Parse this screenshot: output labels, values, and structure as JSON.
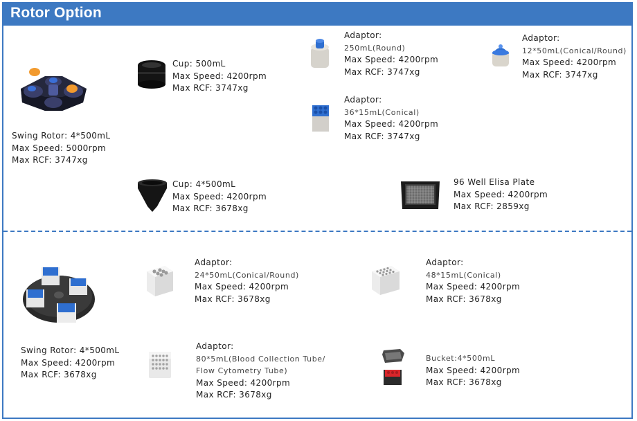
{
  "title": "Rotor Option",
  "section1": {
    "rotor": {
      "lines": [
        "Swing Rotor: 4*500mL",
        "Max Speed: 5000rpm",
        "Max RCF: 3747xg"
      ]
    },
    "cup1": {
      "lines": [
        "Cup: 500mL",
        "Max Speed: 4200rpm",
        "Max RCF: 3747xg"
      ]
    },
    "cup2": {
      "lines": [
        "Cup: 4*500mL",
        "Max Speed: 4200rpm",
        "Max RCF: 3678xg"
      ]
    },
    "adaptor1": {
      "lines": [
        "Adaptor:",
        "250mL(Round)",
        "Max Speed: 4200rpm",
        "Max RCF: 3747xg"
      ]
    },
    "adaptor2": {
      "lines": [
        "Adaptor:",
        "36*15mL(Conical)",
        "Max Speed: 4200rpm",
        "Max RCF: 3747xg"
      ]
    },
    "adaptor3": {
      "lines": [
        "Adaptor:",
        "12*50mL(Conical/Round)",
        "Max Speed: 4200rpm",
        "Max RCF: 3747xg"
      ]
    },
    "plate": {
      "lines": [
        "96 Well Elisa Plate",
        "Max Speed: 4200rpm",
        "Max RCF: 2859xg"
      ]
    }
  },
  "section2": {
    "rotor": {
      "lines": [
        "Swing Rotor: 4*500mL",
        "Max Speed: 4200rpm",
        "Max RCF: 3678xg"
      ]
    },
    "adaptor1": {
      "lines": [
        "Adaptor:",
        "24*50mL(Conical/Round)",
        "Max Speed: 4200rpm",
        "Max RCF: 3678xg"
      ]
    },
    "adaptor2": {
      "lines": [
        "Adaptor:",
        "48*15mL(Conical)",
        "Max Speed: 4200rpm",
        "Max RCF: 3678xg"
      ]
    },
    "adaptor3": {
      "lines": [
        "Adaptor:",
        "80*5mL(Blood Collection Tube/",
        "Flow Cytometry Tube)",
        "Max Speed: 4200rpm",
        "Max RCF: 3678xg"
      ]
    },
    "bucket": {
      "lines": [
        "Bucket:4*500mL",
        "Max Speed: 4200rpm",
        "Max RCF: 3678xg"
      ]
    }
  },
  "colors": {
    "brand_blue": "#3d79c2",
    "tube_blue": "#2f6fd0",
    "cap_orange": "#f29a2e",
    "cap_red": "#d9262b"
  }
}
